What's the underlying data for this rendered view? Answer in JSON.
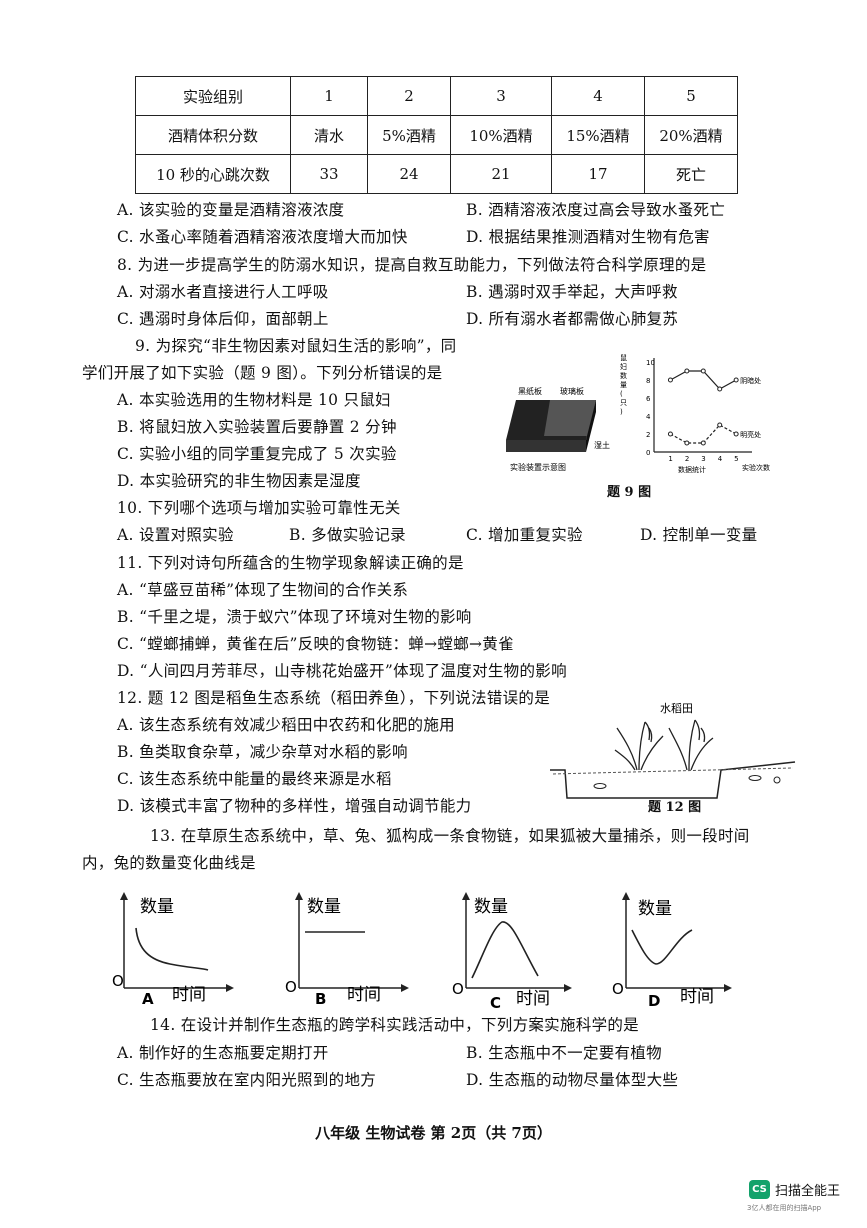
{
  "table": {
    "headers": [
      "实验组别",
      "1",
      "2",
      "3",
      "4",
      "5"
    ],
    "row1": [
      "酒精体积分数",
      "清水",
      "5%酒精",
      "10%酒精",
      "15%酒精",
      "20%酒精"
    ],
    "row2": [
      "10 秒的心跳次数",
      "33",
      "24",
      "21",
      "17",
      "死亡"
    ]
  },
  "q7": {
    "A": "A.  该实验的变量是酒精溶液浓度",
    "B": "B.  酒精溶液浓度过高会导致水蚤死亡",
    "C": "C.  水蚤心率随着酒精溶液浓度增大而加快",
    "D": "D.  根据结果推测酒精对生物有危害"
  },
  "q8": {
    "stem": "8.  为进一步提高学生的防溺水知识，提高自救互助能力，下列做法符合科学原理的是",
    "A": "A.  对溺水者直接进行人工呼吸",
    "B": "B.  遇溺时双手举起，大声呼救",
    "C": "C.  遇溺时身体后仰，面部朝上",
    "D": "D.  所有溺水者都需做心肺复苏"
  },
  "q9": {
    "stem1": "9.  为探究“非生物因素对鼠妇生活的影响”，同",
    "stem2": "学们开展了如下实验（题 9 图）。下列分析错误的是",
    "A": "A.  本实验选用的生物材料是 10  只鼠妇",
    "B": "B.  将鼠妇放入实验装置后要静置 2 分钟",
    "C": "C.  实验小组的同学重复完成了 5 次实验",
    "D": "D.  本实验研究的非生物因素是湿度",
    "figure": {
      "label_black_board": "黑纸板",
      "label_glass_board": "玻璃板",
      "label_wet_soil": "湿土",
      "setup_caption": "实验装置示意图",
      "y_label": "鼠妇数量(只)",
      "x_label": "实验次数",
      "chart_caption": "数据统计",
      "series_dark": "阴暗处",
      "series_bright": "明亮处",
      "y_ticks": [
        "0",
        "2",
        "4",
        "6",
        "8",
        "10"
      ],
      "x_ticks": [
        "1",
        "2",
        "3",
        "4",
        "5"
      ],
      "caption": "题 9 图"
    }
  },
  "chart_data": {
    "type": "line",
    "title": "",
    "xlabel": "实验次数",
    "ylabel": "鼠妇数量(只)",
    "x": [
      1,
      2,
      3,
      4,
      5
    ],
    "ylim": [
      0,
      10
    ],
    "series": [
      {
        "name": "阴暗处",
        "values": [
          8,
          9,
          9,
          7,
          8
        ]
      },
      {
        "name": "明亮处",
        "values": [
          2,
          1,
          1,
          3,
          2
        ]
      }
    ]
  },
  "q10": {
    "stem": "10.  下列哪个选项与增加实验可靠性无关",
    "A": "A.  设置对照实验",
    "B": "B.  多做实验记录",
    "C": "C.  增加重复实验",
    "D": "D.  控制单一变量"
  },
  "q11": {
    "stem": "11.  下列对诗句所蕴含的生物学现象解读正确的是",
    "A": "A.  “草盛豆苗稀”体现了生物间的合作关系",
    "B": "B.  “千里之堤，溃于蚁穴”体现了环境对生物的影响",
    "C": "C.  “螳螂捕蝉，黄雀在后”反映的食物链：蝉→螳螂→黄雀",
    "D": "D.  “人间四月芳菲尽，山寺桃花始盛开”体现了温度对生物的影响"
  },
  "q12": {
    "stem": "12.  题 12 图是稻鱼生态系统（稻田养鱼），下列说法错误的是",
    "A": "A.  该生态系统有效减少稻田中农药和化肥的施用",
    "B": "B.  鱼类取食杂草，减少杂草对水稻的影响",
    "C": "C.  该生态系统中能量的最终来源是水稻",
    "D": "D.  该模式丰富了物种的多样性，增强自动调节能力",
    "figure_label": "水稻田",
    "caption": "题 12 图"
  },
  "q13": {
    "stem1": "13.  在草原生态系统中，草、兔、狐构成一条食物链，如果狐被大量捕杀，则一段时间",
    "stem2": "内，兔的数量变化曲线是",
    "y_label": "数量",
    "x_label": "时间",
    "origin": "O",
    "options": [
      "A",
      "B",
      "C",
      "D"
    ]
  },
  "q14": {
    "stem": "14.  在设计并制作生态瓶的跨学科实践活动中，下列方案实施科学的是",
    "A": "A.  制作好的生态瓶要定期打开",
    "B": "B.  生态瓶中不一定要有植物",
    "C": "C.  生态瓶要放在室内阳光照到的地方",
    "D": "D.  生态瓶的动物尽量体型大些"
  },
  "footer": "八年级  生物试卷  第 2页（共 7页）",
  "watermark": {
    "logo": "CS",
    "title": "扫描全能王",
    "subtitle": "3亿人都在用的扫描App"
  }
}
